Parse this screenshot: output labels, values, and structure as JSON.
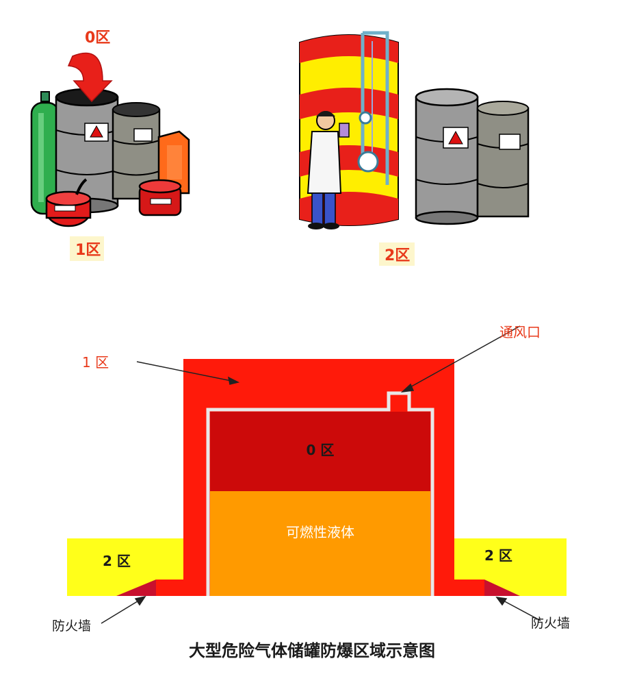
{
  "top_illustrations": {
    "left_group": {
      "zone_zero_label": "0区",
      "zone_one_label": "1区"
    },
    "right_group": {
      "zone_two_label": "2区"
    }
  },
  "tank_diagram": {
    "zone_one_label": "1 区",
    "vent_label": "通风口",
    "zone_zero_label": "0 区",
    "liquid_label": "可燃性液体",
    "zone_two_left_label": "2 区",
    "zone_two_right_label": "2 区",
    "firewall_left_label": "防火墙",
    "firewall_right_label": "防火墙"
  },
  "caption": "大型危险气体储罐防爆区域示意图",
  "colors": {
    "zone_one_red": "#ff1a0a",
    "zone_zero_dark_red": "#cc0a0a",
    "liquid_orange": "#ff9a00",
    "zone_two_yellow": "#ffff1a",
    "firewall_red": "#c8102e",
    "label_red": "#e8391a"
  }
}
